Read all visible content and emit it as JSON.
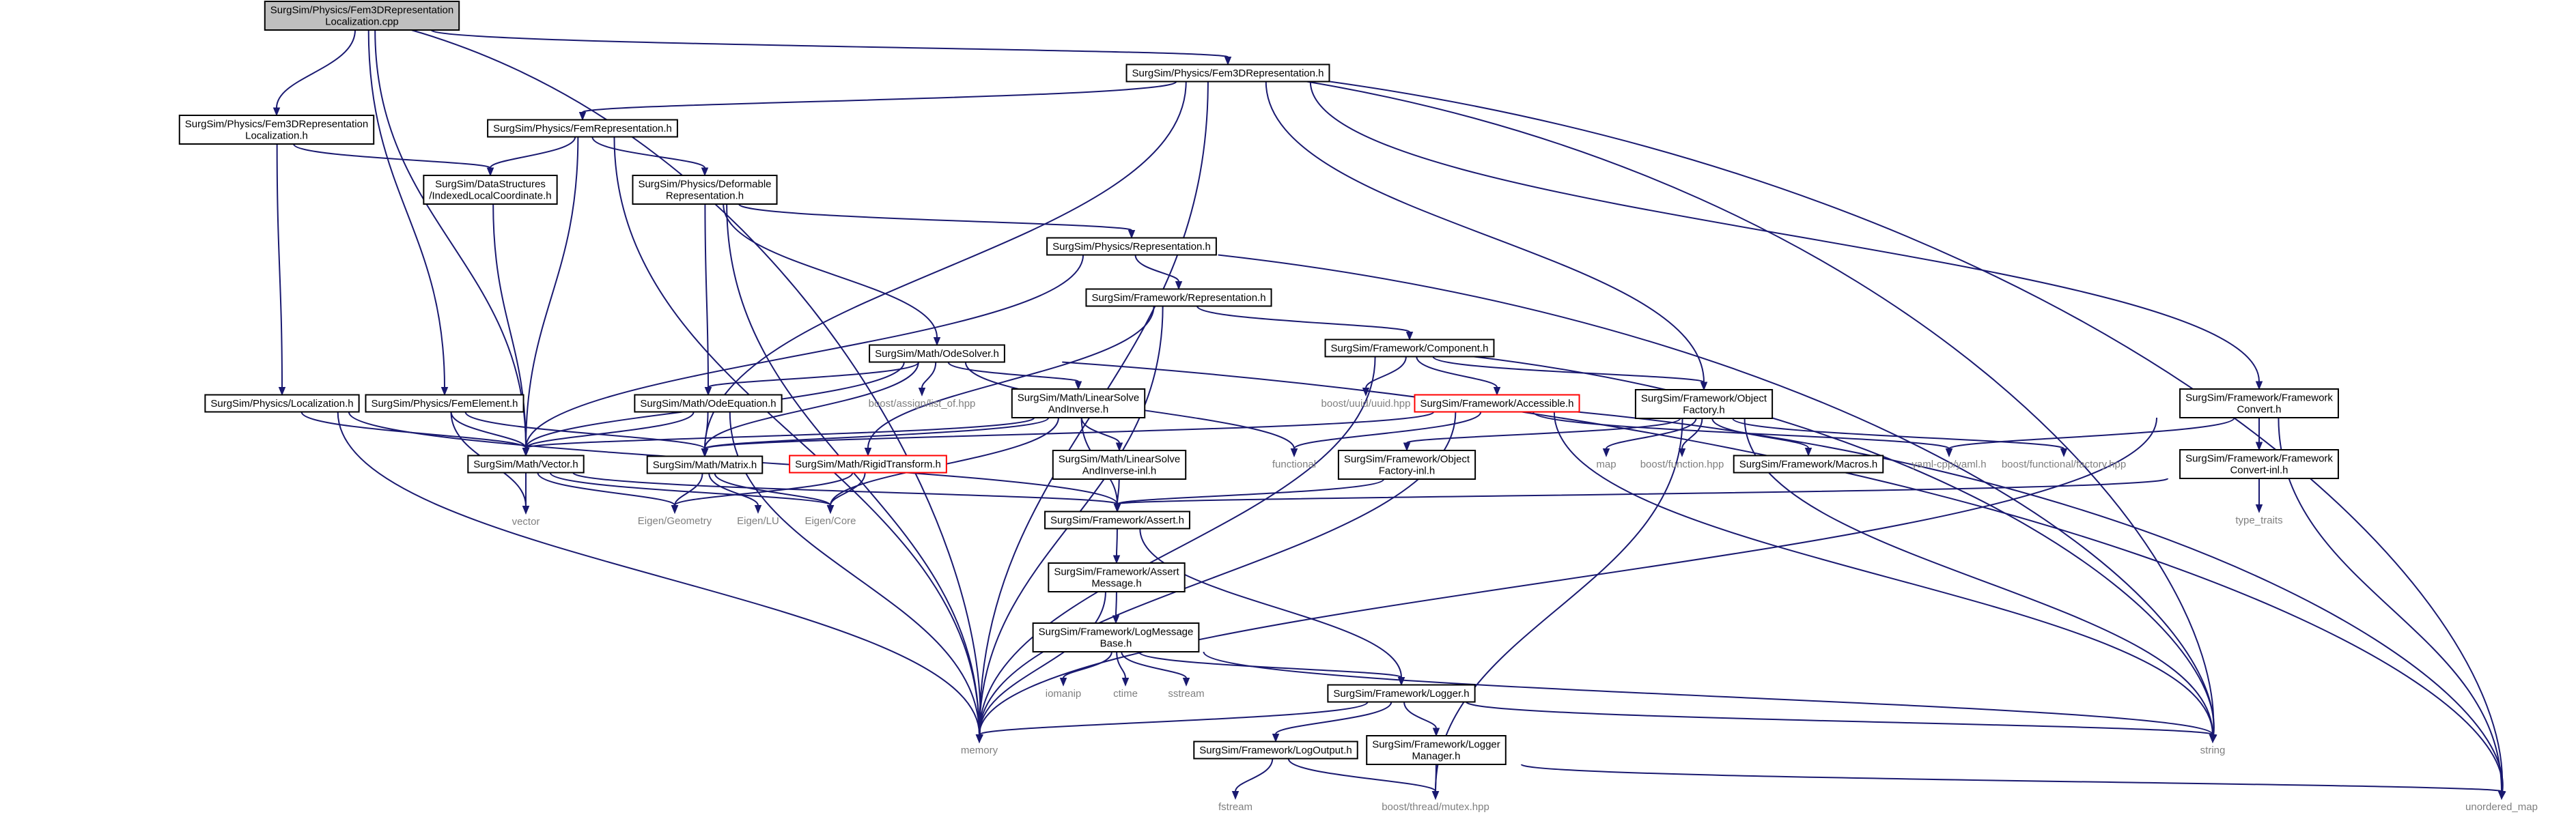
{
  "diagram": {
    "title": "",
    "colors": {
      "edge": "#191970",
      "node_border": "#000000",
      "root_fill": "#bfbfbf",
      "node_fill": "#ffffff",
      "system_header_text": "#7f7f7f",
      "incomplete_border": "#ff0000"
    },
    "nodes": [
      {
        "id": "root",
        "lines": [
          "SurgSim/Physics/Fem3DRepresentation",
          "Localization.cpp"
        ],
        "kind": "root"
      },
      {
        "id": "fem3drep",
        "lines": [
          "SurgSim/Physics/Fem3DRepresentation.h"
        ],
        "kind": "local"
      },
      {
        "id": "fem3dloc",
        "lines": [
          "SurgSim/Physics/Fem3DRepresentation",
          "Localization.h"
        ],
        "kind": "local"
      },
      {
        "id": "femrep",
        "lines": [
          "SurgSim/Physics/FemRepresentation.h"
        ],
        "kind": "local"
      },
      {
        "id": "idxlocal",
        "lines": [
          "SurgSim/DataStructures",
          "/IndexedLocalCoordinate.h"
        ],
        "kind": "local"
      },
      {
        "id": "deformrep",
        "lines": [
          "SurgSim/Physics/Deformable",
          "Representation.h"
        ],
        "kind": "local"
      },
      {
        "id": "physrep",
        "lines": [
          "SurgSim/Physics/Representation.h"
        ],
        "kind": "local"
      },
      {
        "id": "fwrep",
        "lines": [
          "SurgSim/Framework/Representation.h"
        ],
        "kind": "local"
      },
      {
        "id": "component",
        "lines": [
          "SurgSim/Framework/Component.h"
        ],
        "kind": "local"
      },
      {
        "id": "odesolver",
        "lines": [
          "SurgSim/Math/OdeSolver.h"
        ],
        "kind": "local"
      },
      {
        "id": "localization",
        "lines": [
          "SurgSim/Physics/Localization.h"
        ],
        "kind": "local"
      },
      {
        "id": "femelement",
        "lines": [
          "SurgSim/Physics/FemElement.h"
        ],
        "kind": "local"
      },
      {
        "id": "odeeq",
        "lines": [
          "SurgSim/Math/OdeEquation.h"
        ],
        "kind": "local"
      },
      {
        "id": "linsolve",
        "lines": [
          "SurgSim/Math/LinearSolve",
          "AndInverse.h"
        ],
        "kind": "local"
      },
      {
        "id": "accessible",
        "lines": [
          "SurgSim/Framework/Accessible.h"
        ],
        "kind": "incomplete"
      },
      {
        "id": "objfactory",
        "lines": [
          "SurgSim/Framework/Object",
          "Factory.h"
        ],
        "kind": "local"
      },
      {
        "id": "fwconvert",
        "lines": [
          "SurgSim/Framework/Framework",
          "Convert.h"
        ],
        "kind": "local"
      },
      {
        "id": "vector",
        "lines": [
          "SurgSim/Math/Vector.h"
        ],
        "kind": "local"
      },
      {
        "id": "matrix",
        "lines": [
          "SurgSim/Math/Matrix.h"
        ],
        "kind": "local"
      },
      {
        "id": "rigidtransform",
        "lines": [
          "SurgSim/Math/RigidTransform.h"
        ],
        "kind": "incomplete"
      },
      {
        "id": "linsolveinl",
        "lines": [
          "SurgSim/Math/LinearSolve",
          "AndInverse-inl.h"
        ],
        "kind": "local"
      },
      {
        "id": "objfactoryinl",
        "lines": [
          "SurgSim/Framework/Object",
          "Factory-inl.h"
        ],
        "kind": "local"
      },
      {
        "id": "macros",
        "lines": [
          "SurgSim/Framework/Macros.h"
        ],
        "kind": "local"
      },
      {
        "id": "fwconvertinl",
        "lines": [
          "SurgSim/Framework/Framework",
          "Convert-inl.h"
        ],
        "kind": "local"
      },
      {
        "id": "assert",
        "lines": [
          "SurgSim/Framework/Assert.h"
        ],
        "kind": "local"
      },
      {
        "id": "assertmsg",
        "lines": [
          "SurgSim/Framework/Assert",
          "Message.h"
        ],
        "kind": "local"
      },
      {
        "id": "logmsgbase",
        "lines": [
          "SurgSim/Framework/LogMessage",
          "Base.h"
        ],
        "kind": "local"
      },
      {
        "id": "logger",
        "lines": [
          "SurgSim/Framework/Logger.h"
        ],
        "kind": "local"
      },
      {
        "id": "logoutput",
        "lines": [
          "SurgSim/Framework/LogOutput.h"
        ],
        "kind": "local"
      },
      {
        "id": "loggermgr",
        "lines": [
          "SurgSim/Framework/Logger",
          "Manager.h"
        ],
        "kind": "local"
      },
      {
        "id": "s_vector",
        "lines": [
          "vector"
        ],
        "kind": "system"
      },
      {
        "id": "s_eigengeom",
        "lines": [
          "Eigen/Geometry"
        ],
        "kind": "system"
      },
      {
        "id": "s_eigenlu",
        "lines": [
          "Eigen/LU"
        ],
        "kind": "system"
      },
      {
        "id": "s_eigencore",
        "lines": [
          "Eigen/Core"
        ],
        "kind": "system"
      },
      {
        "id": "s_listof",
        "lines": [
          "boost/assign/list_of.hpp"
        ],
        "kind": "system"
      },
      {
        "id": "s_uuid",
        "lines": [
          "boost/uuid/uuid.hpp"
        ],
        "kind": "system"
      },
      {
        "id": "s_functional",
        "lines": [
          "functional"
        ],
        "kind": "system"
      },
      {
        "id": "s_map",
        "lines": [
          "map"
        ],
        "kind": "system"
      },
      {
        "id": "s_bfunction",
        "lines": [
          "boost/function.hpp"
        ],
        "kind": "system"
      },
      {
        "id": "s_yaml",
        "lines": [
          "yaml-cpp/yaml.h"
        ],
        "kind": "system"
      },
      {
        "id": "s_bfactory",
        "lines": [
          "boost/functional/factory.hpp"
        ],
        "kind": "system"
      },
      {
        "id": "s_typetraits",
        "lines": [
          "type_traits"
        ],
        "kind": "system"
      },
      {
        "id": "s_iomanip",
        "lines": [
          "iomanip"
        ],
        "kind": "system"
      },
      {
        "id": "s_ctime",
        "lines": [
          "ctime"
        ],
        "kind": "system"
      },
      {
        "id": "s_sstream",
        "lines": [
          "sstream"
        ],
        "kind": "system"
      },
      {
        "id": "s_memory",
        "lines": [
          "memory"
        ],
        "kind": "system"
      },
      {
        "id": "s_string",
        "lines": [
          "string"
        ],
        "kind": "system"
      },
      {
        "id": "s_fstream",
        "lines": [
          "fstream"
        ],
        "kind": "system"
      },
      {
        "id": "s_mutex",
        "lines": [
          "boost/thread/mutex.hpp"
        ],
        "kind": "system"
      },
      {
        "id": "s_unordered",
        "lines": [
          "unordered_map"
        ],
        "kind": "system"
      }
    ],
    "edges": [
      [
        "root",
        "fem3drep"
      ],
      [
        "root",
        "fem3dloc"
      ],
      [
        "root",
        "femelement"
      ],
      [
        "root",
        "vector"
      ],
      [
        "root",
        "s_memory"
      ],
      [
        "fem3drep",
        "femrep"
      ],
      [
        "fem3drep",
        "objfactory"
      ],
      [
        "fem3drep",
        "fwconvert"
      ],
      [
        "fem3drep",
        "matrix"
      ],
      [
        "fem3drep",
        "s_memory"
      ],
      [
        "fem3drep",
        "s_string"
      ],
      [
        "fem3drep",
        "s_unordered"
      ],
      [
        "fem3dloc",
        "idxlocal"
      ],
      [
        "fem3dloc",
        "localization"
      ],
      [
        "femrep",
        "idxlocal"
      ],
      [
        "femrep",
        "deformrep"
      ],
      [
        "femrep",
        "vector"
      ],
      [
        "femrep",
        "s_memory"
      ],
      [
        "idxlocal",
        "vector"
      ],
      [
        "deformrep",
        "physrep"
      ],
      [
        "deformrep",
        "odesolver"
      ],
      [
        "deformrep",
        "odeeq"
      ],
      [
        "deformrep",
        "s_memory"
      ],
      [
        "physrep",
        "fwrep"
      ],
      [
        "physrep",
        "vector"
      ],
      [
        "physrep",
        "s_string"
      ],
      [
        "fwrep",
        "component"
      ],
      [
        "fwrep",
        "rigidtransform"
      ],
      [
        "fwrep",
        "s_memory"
      ],
      [
        "component",
        "accessible"
      ],
      [
        "component",
        "objfactory"
      ],
      [
        "component",
        "s_uuid"
      ],
      [
        "component",
        "s_memory"
      ],
      [
        "component",
        "s_string"
      ],
      [
        "odesolver",
        "odeeq"
      ],
      [
        "odesolver",
        "linsolve"
      ],
      [
        "odesolver",
        "s_listof"
      ],
      [
        "odesolver",
        "s_functional"
      ],
      [
        "odesolver",
        "matrix"
      ],
      [
        "odesolver",
        "vector"
      ],
      [
        "odesolver",
        "s_unordered"
      ],
      [
        "localization",
        "vector"
      ],
      [
        "localization",
        "assert"
      ],
      [
        "localization",
        "s_memory"
      ],
      [
        "femelement",
        "vector"
      ],
      [
        "femelement",
        "matrix"
      ],
      [
        "femelement",
        "s_vector"
      ],
      [
        "odeeq",
        "vector"
      ],
      [
        "odeeq",
        "matrix"
      ],
      [
        "odeeq",
        "s_memory"
      ],
      [
        "linsolve",
        "linsolveinl"
      ],
      [
        "linsolve",
        "matrix"
      ],
      [
        "linsolve",
        "vector"
      ],
      [
        "linsolve",
        "assert"
      ],
      [
        "linsolve",
        "s_eigencore"
      ],
      [
        "accessible",
        "matrix"
      ],
      [
        "accessible",
        "s_functional"
      ],
      [
        "accessible",
        "s_string"
      ],
      [
        "accessible",
        "s_unordered"
      ],
      [
        "accessible",
        "s_yaml"
      ],
      [
        "accessible",
        "s_memory"
      ],
      [
        "objfactory",
        "objfactoryinl"
      ],
      [
        "objfactory",
        "macros"
      ],
      [
        "objfactory",
        "s_map"
      ],
      [
        "objfactory",
        "s_bfunction"
      ],
      [
        "objfactory",
        "s_bfactory"
      ],
      [
        "objfactory",
        "s_string"
      ],
      [
        "objfactory",
        "s_mutex"
      ],
      [
        "fwconvert",
        "fwconvertinl"
      ],
      [
        "fwconvert",
        "s_yaml"
      ],
      [
        "fwconvert",
        "s_unordered"
      ],
      [
        "fwconvert",
        "s_memory"
      ],
      [
        "vector",
        "s_vector"
      ],
      [
        "vector",
        "s_eigencore"
      ],
      [
        "vector",
        "s_eigengeom"
      ],
      [
        "vector",
        "assert"
      ],
      [
        "matrix",
        "s_eigencore"
      ],
      [
        "matrix",
        "s_eigengeom"
      ],
      [
        "matrix",
        "s_eigenlu"
      ],
      [
        "rigidtransform",
        "s_eigencore"
      ],
      [
        "rigidtransform",
        "s_eigengeom"
      ],
      [
        "linsolveinl",
        "assert"
      ],
      [
        "objfactoryinl",
        "assert"
      ],
      [
        "fwconvertinl",
        "assert"
      ],
      [
        "fwconvertinl",
        "s_typetraits"
      ],
      [
        "assert",
        "assertmsg"
      ],
      [
        "assert",
        "logger"
      ],
      [
        "assertmsg",
        "logmsgbase"
      ],
      [
        "assertmsg",
        "s_memory"
      ],
      [
        "logmsgbase",
        "s_iomanip"
      ],
      [
        "logmsgbase",
        "s_ctime"
      ],
      [
        "logmsgbase",
        "s_sstream"
      ],
      [
        "logmsgbase",
        "logger"
      ],
      [
        "logmsgbase",
        "s_string"
      ],
      [
        "logger",
        "logoutput"
      ],
      [
        "logger",
        "loggermgr"
      ],
      [
        "logger",
        "s_memory"
      ],
      [
        "logger",
        "s_string"
      ],
      [
        "logoutput",
        "s_fstream"
      ],
      [
        "logoutput",
        "s_mutex"
      ],
      [
        "loggermgr",
        "s_mutex"
      ],
      [
        "loggermgr",
        "s_unordered"
      ]
    ]
  }
}
